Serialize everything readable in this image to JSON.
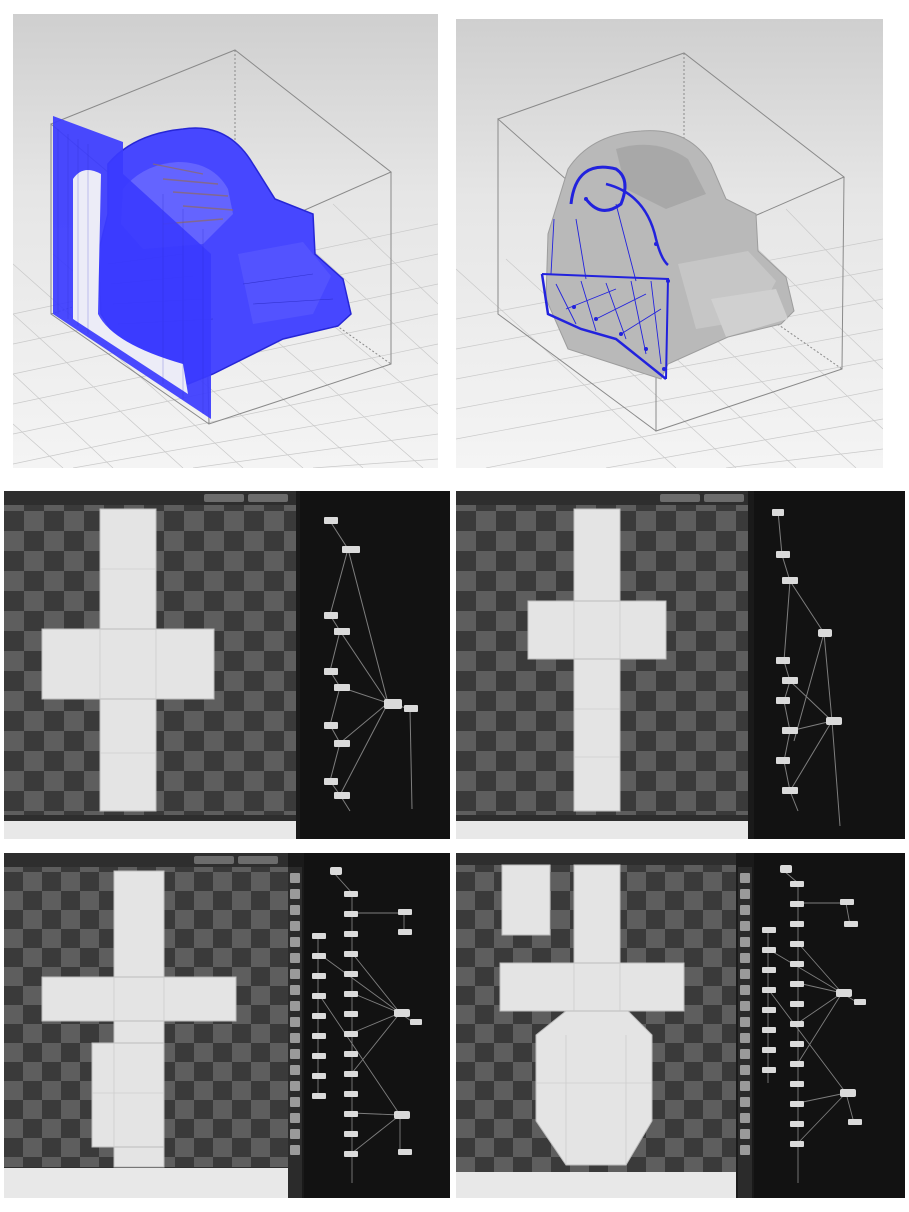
{
  "figure": {
    "viewports": [
      {
        "name": "slice-plane-view",
        "description_color": "#3a3aff"
      },
      {
        "name": "unwrap-seam-view",
        "description_color": "#2222dd"
      }
    ],
    "uv_panels": [
      {
        "name": "uv-cross-basic",
        "toolbar": [
          "",
          ""
        ]
      },
      {
        "name": "uv-cross-narrow",
        "toolbar": [
          "",
          ""
        ]
      },
      {
        "name": "uv-cross-extended",
        "toolbar": [
          "",
          ""
        ]
      },
      {
        "name": "uv-cross-full",
        "toolbar": [
          "",
          ""
        ]
      }
    ],
    "colors": {
      "mesh_blue": "#3b3bff",
      "checker_dark": "#3a3a3a",
      "checker_light": "#5e5e5e",
      "uv_island": "#e4e4e4",
      "node_bg": "#121212"
    }
  }
}
